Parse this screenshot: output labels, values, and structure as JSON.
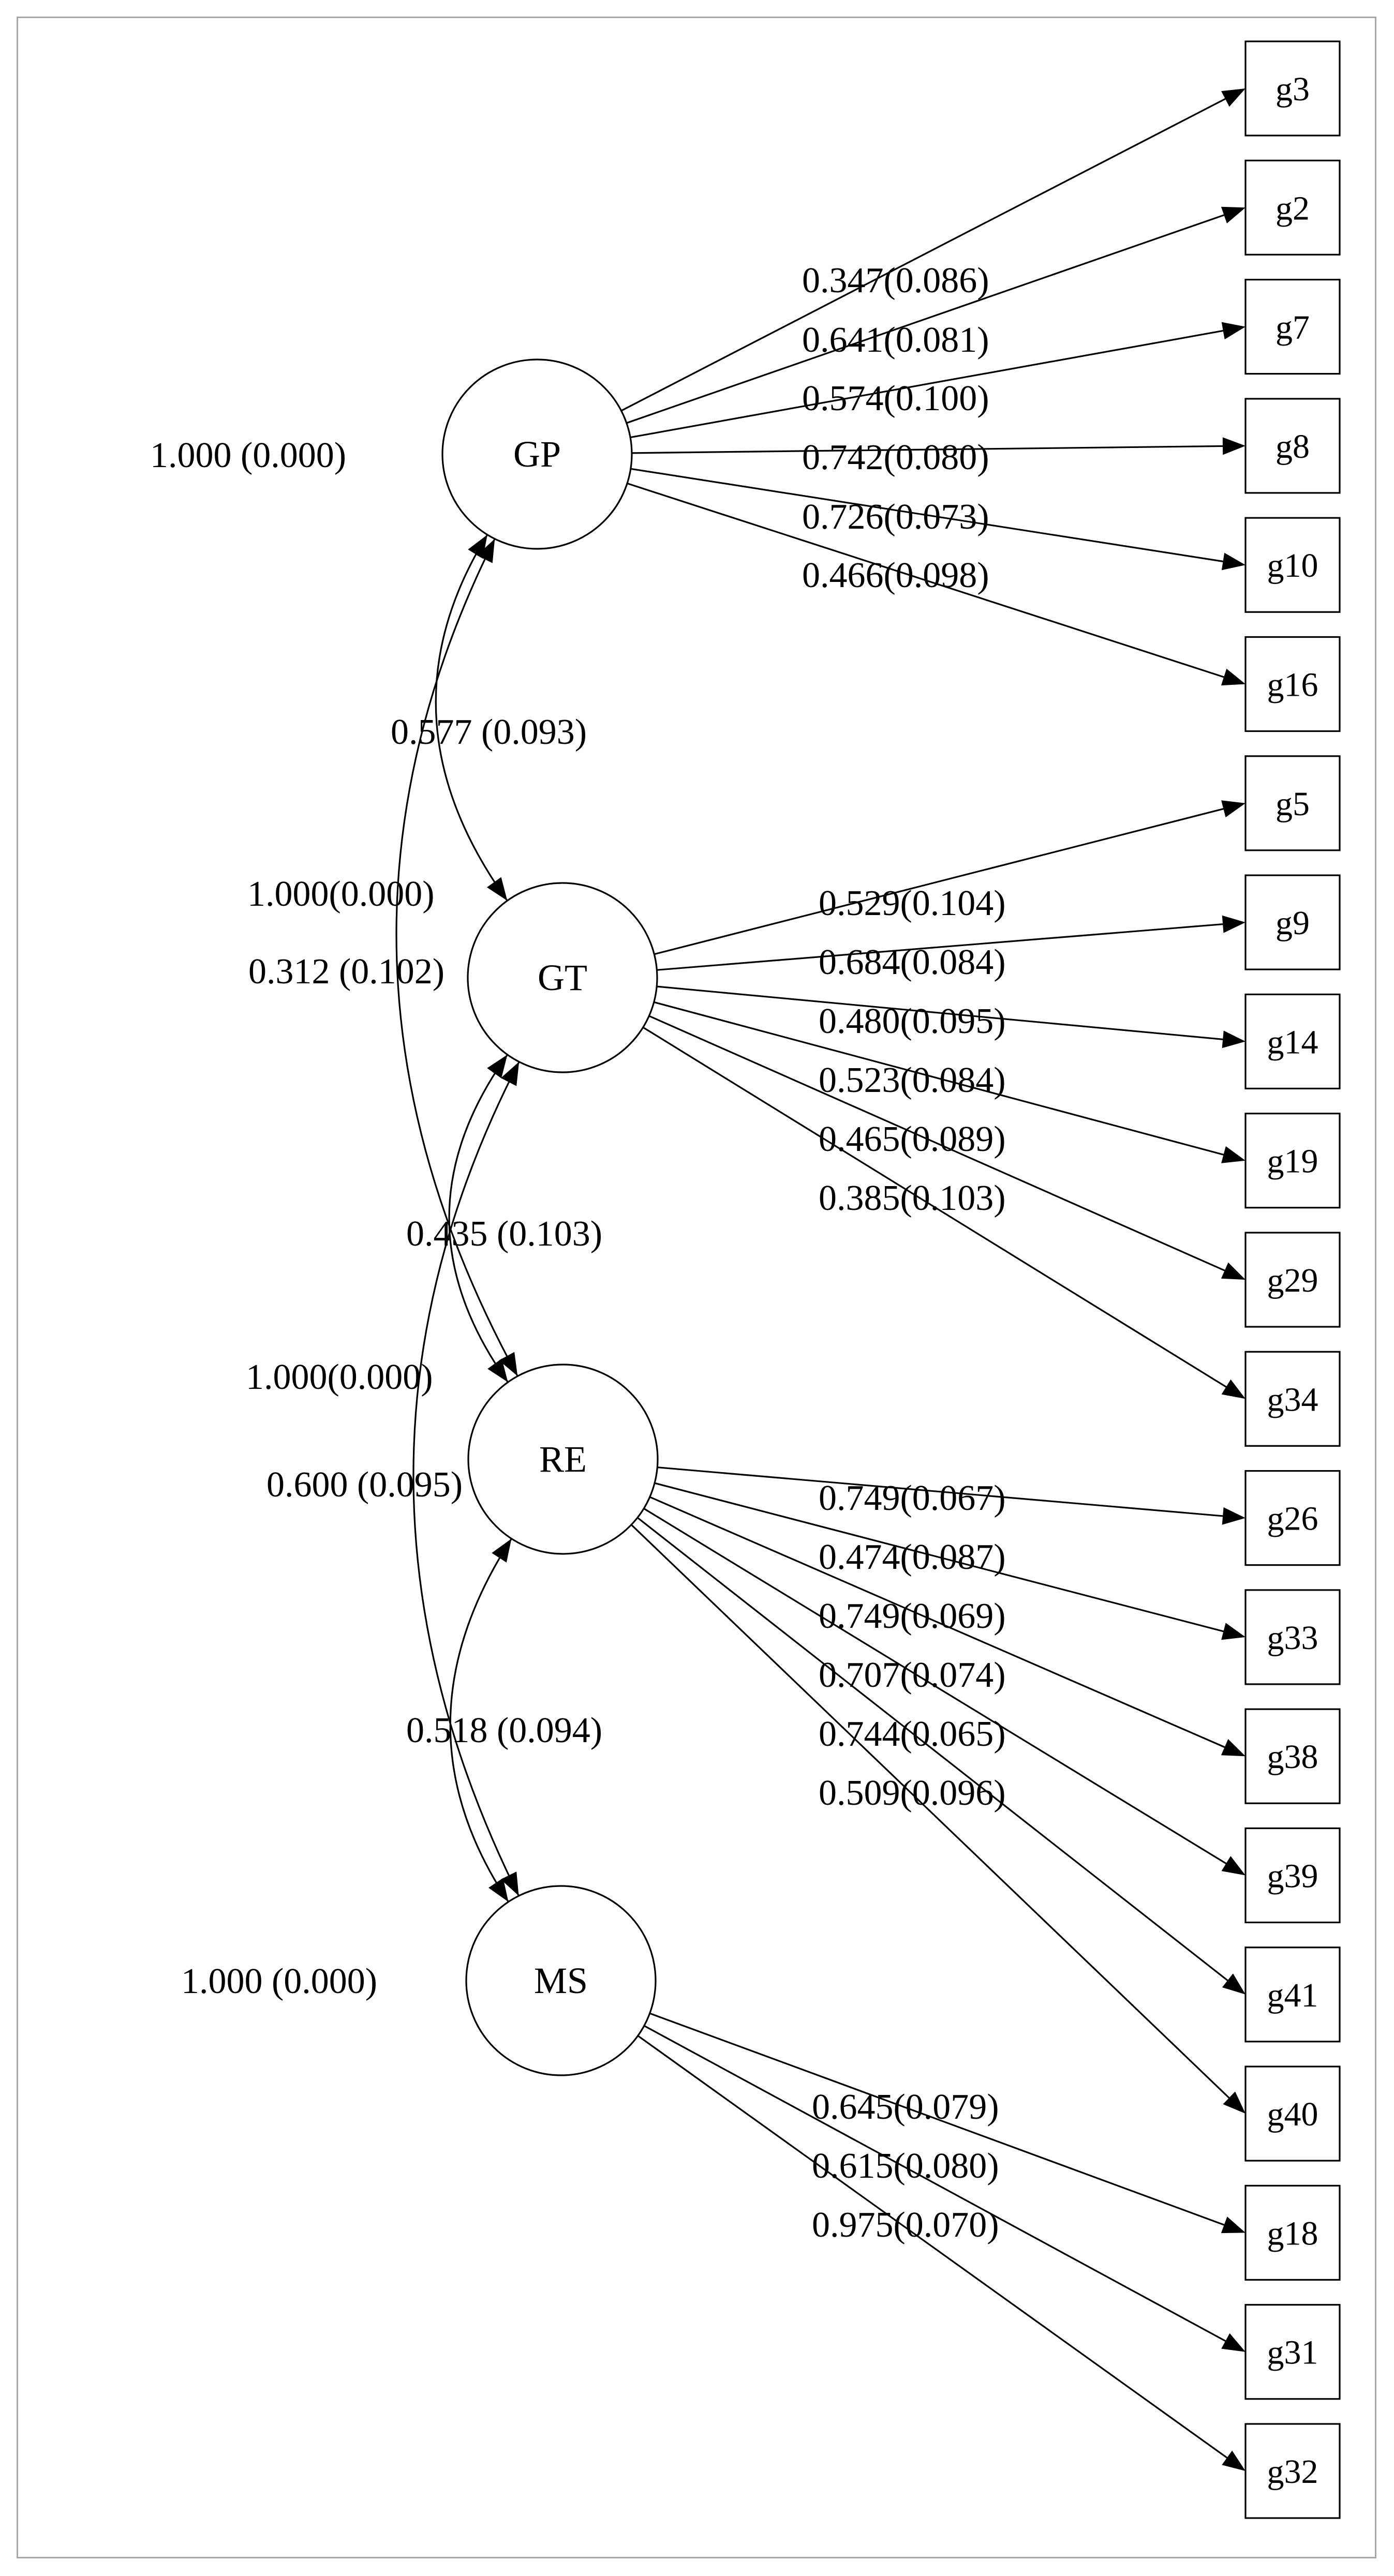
{
  "latents": [
    {
      "id": "GP",
      "label": "GP",
      "variance": "1.000 (0.000)"
    },
    {
      "id": "GT",
      "label": "GT",
      "variance": "1.000(0.000)"
    },
    {
      "id": "RE",
      "label": "RE",
      "variance": "1.000(0.000)"
    },
    {
      "id": "MS",
      "label": "MS",
      "variance": "1.000 (0.000)"
    }
  ],
  "indicators": [
    "g3",
    "g2",
    "g7",
    "g8",
    "g10",
    "g16",
    "g5",
    "g9",
    "g14",
    "g19",
    "g29",
    "g34",
    "g26",
    "g33",
    "g38",
    "g39",
    "g41",
    "g40",
    "g18",
    "g31",
    "g32"
  ],
  "loadings": [
    {
      "from": "GP",
      "to": "g3",
      "label": "0.347(0.086)"
    },
    {
      "from": "GP",
      "to": "g2",
      "label": "0.641(0.081)"
    },
    {
      "from": "GP",
      "to": "g7",
      "label": "0.574(0.100)"
    },
    {
      "from": "GP",
      "to": "g8",
      "label": "0.742(0.080)"
    },
    {
      "from": "GP",
      "to": "g10",
      "label": "0.726(0.073)"
    },
    {
      "from": "GP",
      "to": "g16",
      "label": "0.466(0.098)"
    },
    {
      "from": "GT",
      "to": "g5",
      "label": "0.529(0.104)"
    },
    {
      "from": "GT",
      "to": "g9",
      "label": "0.684(0.084)"
    },
    {
      "from": "GT",
      "to": "g14",
      "label": "0.480(0.095)"
    },
    {
      "from": "GT",
      "to": "g19",
      "label": "0.523(0.084)"
    },
    {
      "from": "GT",
      "to": "g29",
      "label": "0.465(0.089)"
    },
    {
      "from": "GT",
      "to": "g34",
      "label": "0.385(0.103)"
    },
    {
      "from": "RE",
      "to": "g26",
      "label": "0.749(0.067)"
    },
    {
      "from": "RE",
      "to": "g33",
      "label": "0.474(0.087)"
    },
    {
      "from": "RE",
      "to": "g38",
      "label": "0.749(0.069)"
    },
    {
      "from": "RE",
      "to": "g39",
      "label": "0.707(0.074)"
    },
    {
      "from": "RE",
      "to": "g41",
      "label": "0.744(0.065)"
    },
    {
      "from": "RE",
      "to": "g40",
      "label": "0.509(0.096)"
    },
    {
      "from": "MS",
      "to": "g18",
      "label": "0.645(0.079)"
    },
    {
      "from": "MS",
      "to": "g31",
      "label": "0.615(0.080)"
    },
    {
      "from": "MS",
      "to": "g32",
      "label": "0.975(0.070)"
    }
  ],
  "covariances": [
    {
      "a": "GP",
      "b": "GT",
      "label": "0.577 (0.093)"
    },
    {
      "a": "GP",
      "b": "RE",
      "label": "0.312 (0.102)"
    },
    {
      "a": "GT",
      "b": "RE",
      "label": "0.435 (0.103)"
    },
    {
      "a": "GT",
      "b": "MS",
      "label": "0.600 (0.095)"
    },
    {
      "a": "RE",
      "b": "MS",
      "label": "0.518 (0.094)"
    }
  ]
}
